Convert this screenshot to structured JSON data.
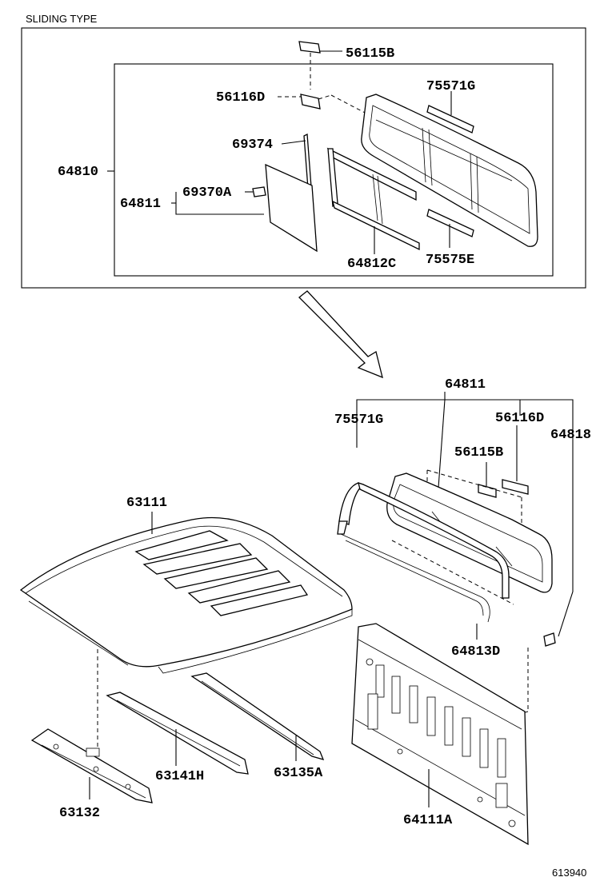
{
  "header": {
    "title": "SLIDING TYPE"
  },
  "footer": {
    "figure_id": "613940"
  },
  "parts": {
    "p56115B_top": "56115B",
    "p56116D_top": "56116D",
    "p75571G_top": "75571G",
    "p69374": "69374",
    "p64810": "64810",
    "p64811_top": "64811",
    "p69370A": "69370A",
    "p64812C": "64812C",
    "p75575E": "75575E",
    "p64811_bottom": "64811",
    "p75571G_bottom": "75571G",
    "p56116D_bottom": "56116D",
    "p64818": "64818",
    "p56115B_bottom": "56115B",
    "p63111": "63111",
    "p64813D": "64813D",
    "p63141H": "63141H",
    "p63135A": "63135A",
    "p63132": "63132",
    "p64111A": "64111A"
  }
}
